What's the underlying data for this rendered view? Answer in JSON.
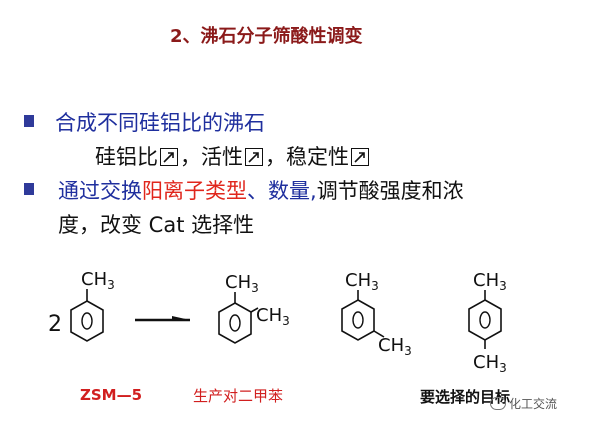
{
  "title": "2、沸石分子筛酸性调变",
  "bullet1": {
    "text": "合成不同硅铝比的沸石"
  },
  "line2": {
    "a": "硅铝比",
    "sep1": "，活性",
    "sep2": "，稳定性",
    "arrow": "up-right-arrow"
  },
  "bullet2": {
    "part1": "通过交换",
    "part2": "阳离子类型",
    "part3": "、",
    "part4": "数量,",
    "part5": "调节酸强度和浓"
  },
  "line4": "度，改变 Cat 选择性",
  "reaction": {
    "coef": "2",
    "label_ch3": "CH3",
    "sub": "3",
    "ch": "CH"
  },
  "captions": {
    "catalyst": "ZSM—5",
    "product": "生产对二甲苯",
    "target": "要选择的目标"
  },
  "watermark": "化工交流",
  "colors": {
    "title": "#8b1a1a",
    "blue": "#1f2f9e",
    "red": "#e0261c",
    "bullet": "#2f3a9a"
  }
}
